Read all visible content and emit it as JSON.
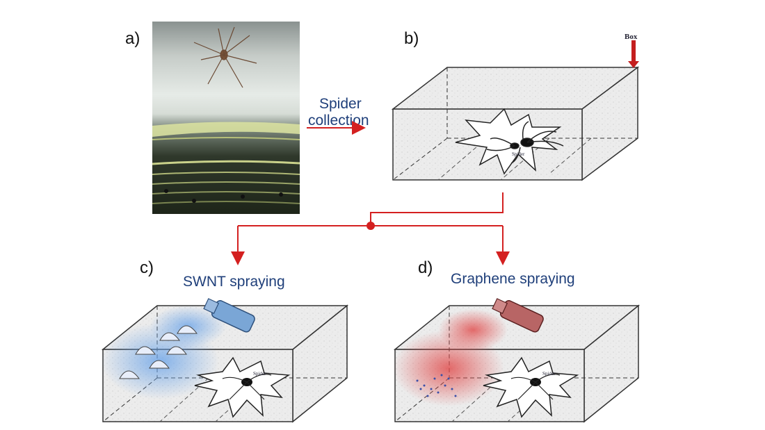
{
  "panels": {
    "a": {
      "label": "a)"
    },
    "b": {
      "label": "b)",
      "box_label": "Box",
      "spider_label": "Spider"
    },
    "c": {
      "label": "c)",
      "title": "SWNT spraying",
      "spider_label": "Spider"
    },
    "d": {
      "label": "d)",
      "title": "Graphene spraying",
      "spider_label": "Spider"
    }
  },
  "arrow_caption": {
    "line1": "Spider",
    "line2": "collection"
  },
  "colors": {
    "arrow": "#d42020",
    "caption": "#1f3f7a",
    "swnt": "#6aa3e8",
    "graphene": "#e04848"
  }
}
